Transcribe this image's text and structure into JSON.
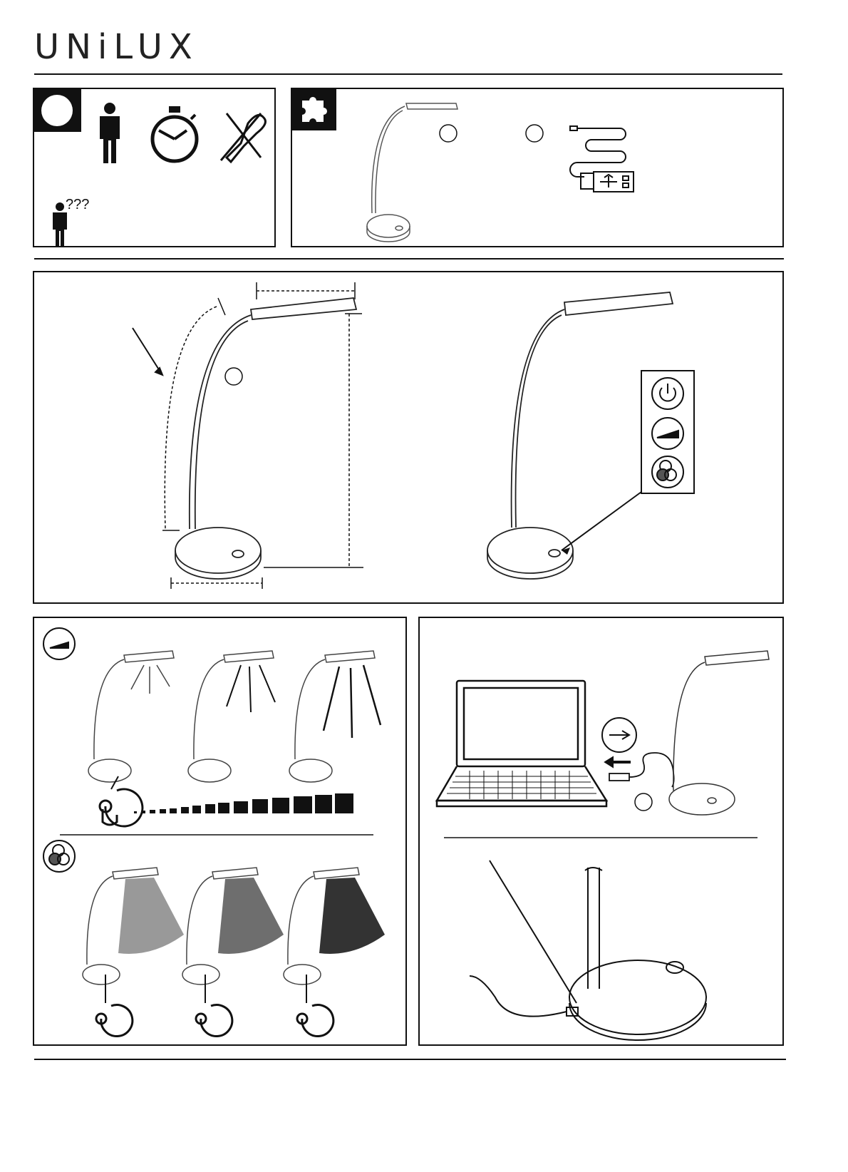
{
  "brand": {
    "logo_text": "UNiLUX"
  },
  "icons": {
    "info_circle": "filled-circle-icon",
    "person": "person-icon",
    "timer": "stopwatch-icon",
    "no_tools": "no-screwdriver-icon",
    "confused_person": "person-questions-icon",
    "puzzle": "puzzle-icon",
    "usb_cable": "usb-cable-icon",
    "power": "power-icon",
    "dimmer": "brightness-icon",
    "color_temp": "color-temperature-icon",
    "touch": "touch-hand-icon",
    "laptop": "laptop-icon",
    "usb_symbol": "usb-symbol-icon"
  },
  "colors": {
    "line": "#111111",
    "light_grey": "#999999",
    "mid_grey": "#6e6e6e",
    "dark_grey": "#333333",
    "color_temp_dot": "#555555"
  },
  "brightness_levels": 3,
  "color_temperature_levels": 3
}
